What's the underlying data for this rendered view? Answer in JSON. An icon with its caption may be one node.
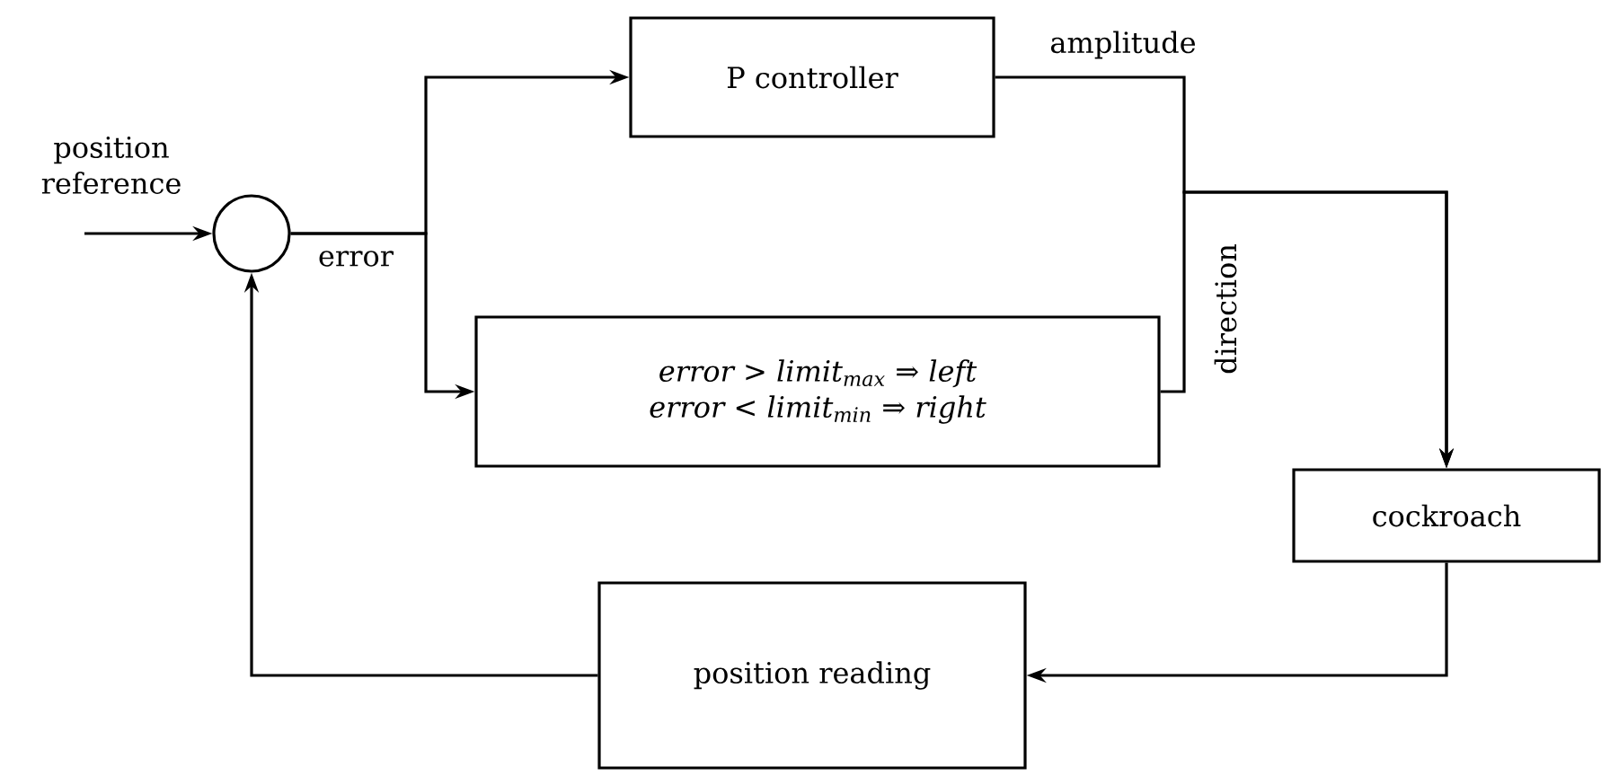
{
  "diagram": {
    "nodes": [
      {
        "text": [],
        "shape": "circle"
      },
      {
        "text": [
          "P controller"
        ]
      },
      {
        "text": [
          "error > limit$_{max}$ ⇒ left",
          "error < limit$_{min}$ ⇒ right"
        ]
      },
      {
        "text": [
          "cockroach"
        ]
      },
      {
        "text": [
          "position reading"
        ]
      }
    ],
    "edges": [
      {
        "from": null,
        "to": 0,
        "arrow": "to",
        "label": "position reference"
      },
      {
        "from": 0,
        "to": 1,
        "arrow": "to",
        "label": "error"
      },
      {
        "from": 0,
        "to": 2,
        "arrow": "to"
      },
      {
        "from": 1,
        "to": 3,
        "arrow": "to",
        "label": "amplitude"
      },
      {
        "from": 2,
        "to": 3,
        "arrow": "to",
        "label": "direction"
      },
      {
        "from": 3,
        "to": 4,
        "arrow": "to"
      },
      {
        "from": 4,
        "to": 0,
        "arrow": "to"
      }
    ]
  }
}
